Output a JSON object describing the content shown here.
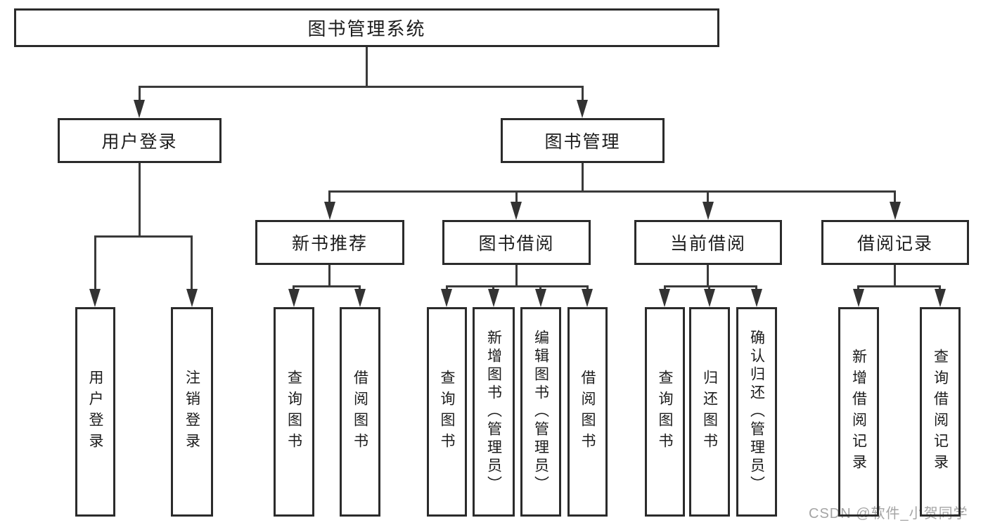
{
  "diagram": {
    "tree": {
      "label": "图书管理系统",
      "children": [
        {
          "label": "用户登录",
          "children": [
            {
              "label": "用户登录"
            },
            {
              "label": "注销登录"
            }
          ]
        },
        {
          "label": "图书管理",
          "children": [
            {
              "label": "新书推荐",
              "children": [
                {
                  "label": "查询图书"
                },
                {
                  "label": "借阅图书"
                }
              ]
            },
            {
              "label": "图书借阅",
              "children": [
                {
                  "label": "查询图书"
                },
                {
                  "label": "新增图书（管理员）"
                },
                {
                  "label": "编辑图书（管理员）"
                },
                {
                  "label": "借阅图书"
                }
              ]
            },
            {
              "label": "当前借阅",
              "children": [
                {
                  "label": "查询图书"
                },
                {
                  "label": "归还图书"
                },
                {
                  "label": "确认归还（管理员）"
                }
              ]
            },
            {
              "label": "借阅记录",
              "children": [
                {
                  "label": "新增借阅记录"
                },
                {
                  "label": "查询借阅记录"
                }
              ]
            }
          ]
        }
      ]
    },
    "colors": {
      "box_border": "#2b2b2b",
      "connector": "#3a3a3a",
      "text": "#1c1c1c",
      "background": "#ffffff"
    }
  },
  "watermark": {
    "text": "CSDN @软件_小贺同学",
    "color": "#a5a5a5"
  }
}
